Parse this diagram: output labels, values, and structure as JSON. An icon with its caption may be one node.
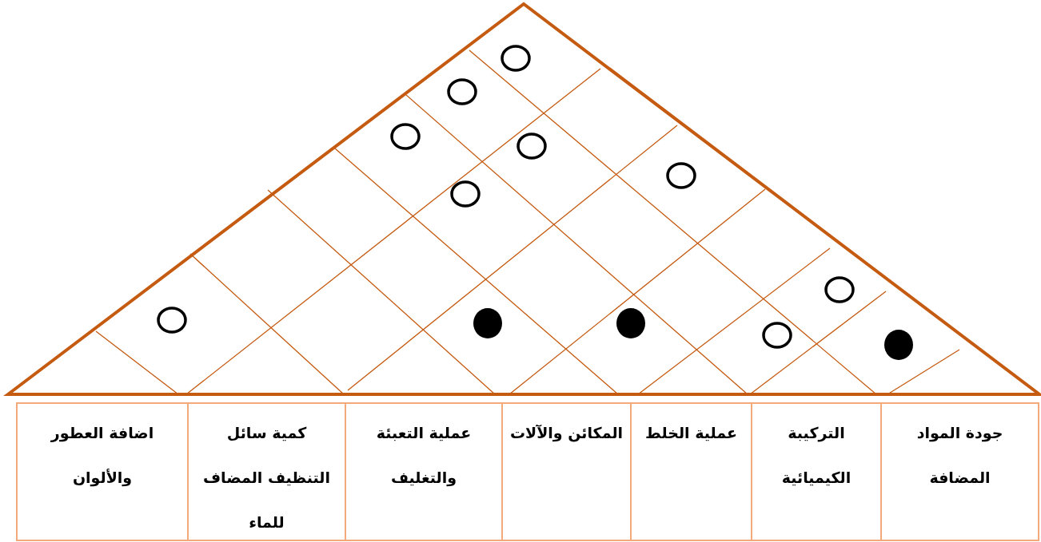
{
  "diagram": {
    "nodes": [
      {
        "text": [
          "جودة المواد المضافة"
        ]
      },
      {
        "text": [
          "التركيبة الكيميائية"
        ]
      },
      {
        "text": [
          "عملية الخلط"
        ]
      },
      {
        "text": [
          "المكائن والآلات"
        ]
      },
      {
        "text": [
          "عملية التعبئة والتغليف"
        ]
      },
      {
        "text": [
          "كمية سائل التنظيف المضاف للماء"
        ]
      },
      {
        "text": [
          "اضافة العطور والألوان"
        ]
      }
    ]
  }
}
